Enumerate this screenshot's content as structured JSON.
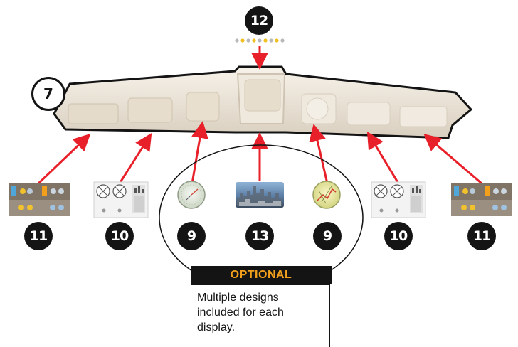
{
  "diagram": {
    "dashboard_callout": "7",
    "overhead_callout": "12",
    "displays": [
      {
        "id": "left-11",
        "callout": "11"
      },
      {
        "id": "left-10",
        "callout": "10"
      },
      {
        "id": "left-9",
        "callout": "9"
      },
      {
        "id": "center-13",
        "callout": "13"
      },
      {
        "id": "right-9",
        "callout": "9"
      },
      {
        "id": "right-10",
        "callout": "10"
      },
      {
        "id": "right-11",
        "callout": "11"
      }
    ],
    "note": {
      "heading": "OPTIONAL",
      "text": "Multiple designs included for each display."
    },
    "colors": {
      "arrow": "#e8202a",
      "badge": "#141414",
      "note_heading": "#f2a01c",
      "dashboard": "#ece4d6"
    }
  }
}
